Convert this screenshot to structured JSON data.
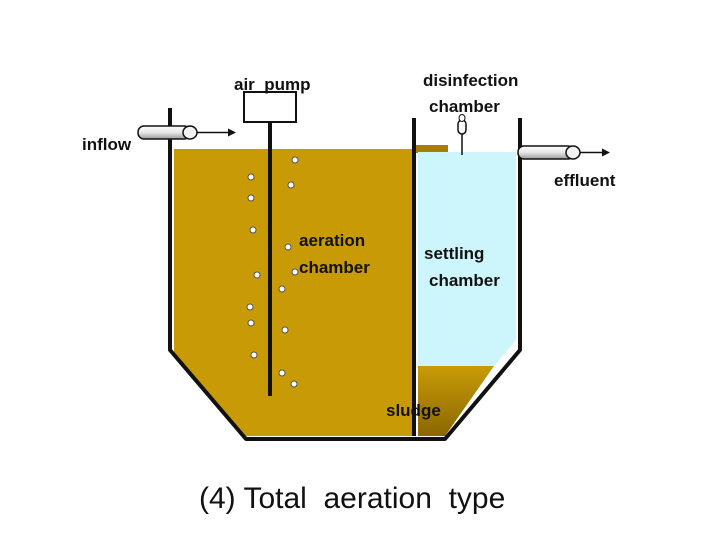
{
  "labels": {
    "air_pump": "air  pump",
    "disinfection": "disinfection",
    "disinfection_chamber": "chamber",
    "inflow": "inflow",
    "effluent": "effluent",
    "aeration": "aeration",
    "aeration_chamber": "chamber",
    "settling": "settling",
    "settling_chamber": "chamber",
    "sludge": "sludge"
  },
  "caption": "(4) Total  aeration  type",
  "colors": {
    "sludge_liquid": "#c89a06",
    "sludge_dark": "#a97f00",
    "clear_water": "#ccf6fb",
    "walls": "#111111",
    "bubble": "#ffffff"
  }
}
